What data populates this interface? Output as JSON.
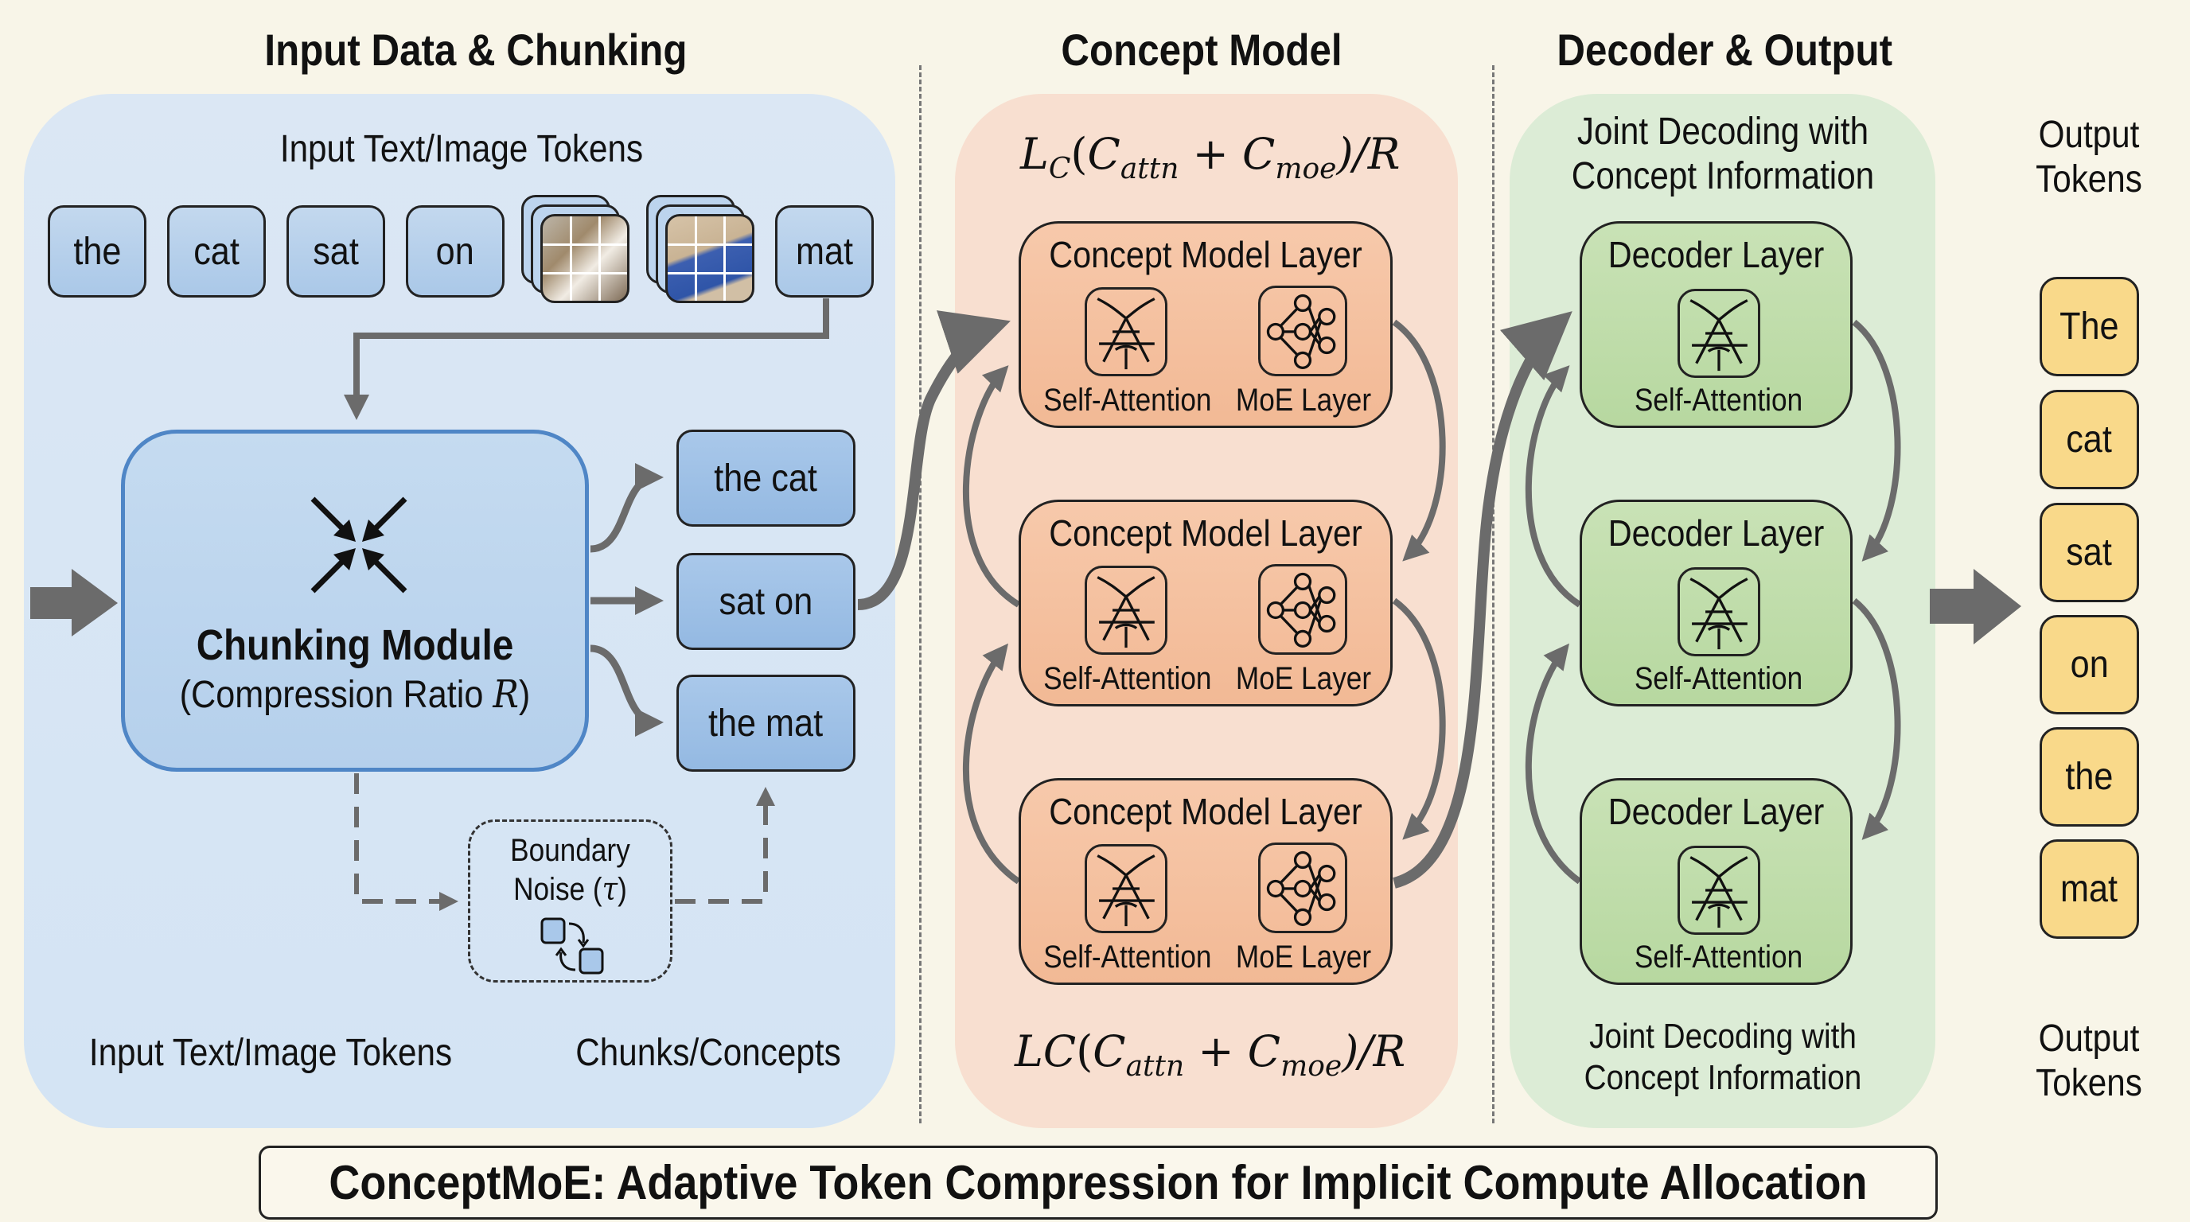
{
  "sections": {
    "input": "Input Data & Chunking",
    "concept": "Concept Model",
    "decoder": "Decoder & Output"
  },
  "input_panel": {
    "top_label": "Input Text/Image Tokens",
    "tokens": [
      "the",
      "cat",
      "sat",
      "on",
      "mat"
    ],
    "image_tokens": [
      {
        "name": "cat-image",
        "description": "cat photo patches"
      },
      {
        "name": "mat-image",
        "description": "blue mat photo patches"
      }
    ],
    "chunking_module": {
      "title": "Chunking Module",
      "subtitle_prefix": "(Compression Ratio ",
      "subtitle_var": "R",
      "subtitle_suffix": ")"
    },
    "chunks": [
      "the cat",
      "sat on",
      "the mat"
    ],
    "boundary_noise": {
      "line1": "Boundary",
      "line2_prefix": "Noise (",
      "line2_var": "τ",
      "line2_suffix": ")"
    },
    "bottom_left_label": "Input Text/Image Tokens",
    "bottom_right_label": "Chunks/Concepts"
  },
  "concept_panel": {
    "formula_top": {
      "L": "L",
      "Lsub": "C",
      "C1": "C",
      "C1sub": "attn",
      "plus": "+",
      "C2": "C",
      "C2sub": "moe",
      "tail": ")/R",
      "open": "("
    },
    "formula_bottom": {
      "L": "LC",
      "C1": "C",
      "C1sub": "attn",
      "plus": "+",
      "C2": "C",
      "C2sub": "moe",
      "tail": ")/R",
      "open": "("
    },
    "layers": [
      {
        "title": "Concept Model Layer",
        "attn_label": "Self-Attention",
        "moe_label": "MoE Layer"
      },
      {
        "title": "Concept Model Layer",
        "attn_label": "Self-Attention",
        "moe_label": "MoE Layer"
      },
      {
        "title": "Concept Model Layer",
        "attn_label": "Self-Attention",
        "moe_label": "MoE Layer"
      }
    ]
  },
  "decoder_panel": {
    "top_label_line1": "Joint Decoding with",
    "top_label_line2": "Concept Information",
    "layers": [
      {
        "title": "Decoder Layer",
        "attn_label": "Self-Attention"
      },
      {
        "title": "Decoder Layer",
        "attn_label": "Self-Attention"
      },
      {
        "title": "Decoder Layer",
        "attn_label": "Self-Attention"
      }
    ],
    "bottom_label_line1": "Joint Decoding with",
    "bottom_label_line2": "Concept Information"
  },
  "output": {
    "top_label_line1": "Output",
    "top_label_line2": "Tokens",
    "tokens": [
      "The",
      "cat",
      "sat",
      "on",
      "the",
      "mat"
    ],
    "bottom_label_line1": "Output",
    "bottom_label_line2": "Tokens"
  },
  "banner": "ConceptMoE: Adaptive Token Compression for Implicit Compute Allocation",
  "colors": {
    "background": "#f8f5e8",
    "input_panel": "#d8e6f4",
    "concept_panel": "#f8dfd0",
    "decoder_panel": "#dcecd6",
    "chunk_module_border": "#4f86c6",
    "concept_layer": "#f2b995",
    "decoder_layer": "#b7d8a0",
    "output_token": "#f9d98a",
    "arrow": "#6b6b6b"
  }
}
